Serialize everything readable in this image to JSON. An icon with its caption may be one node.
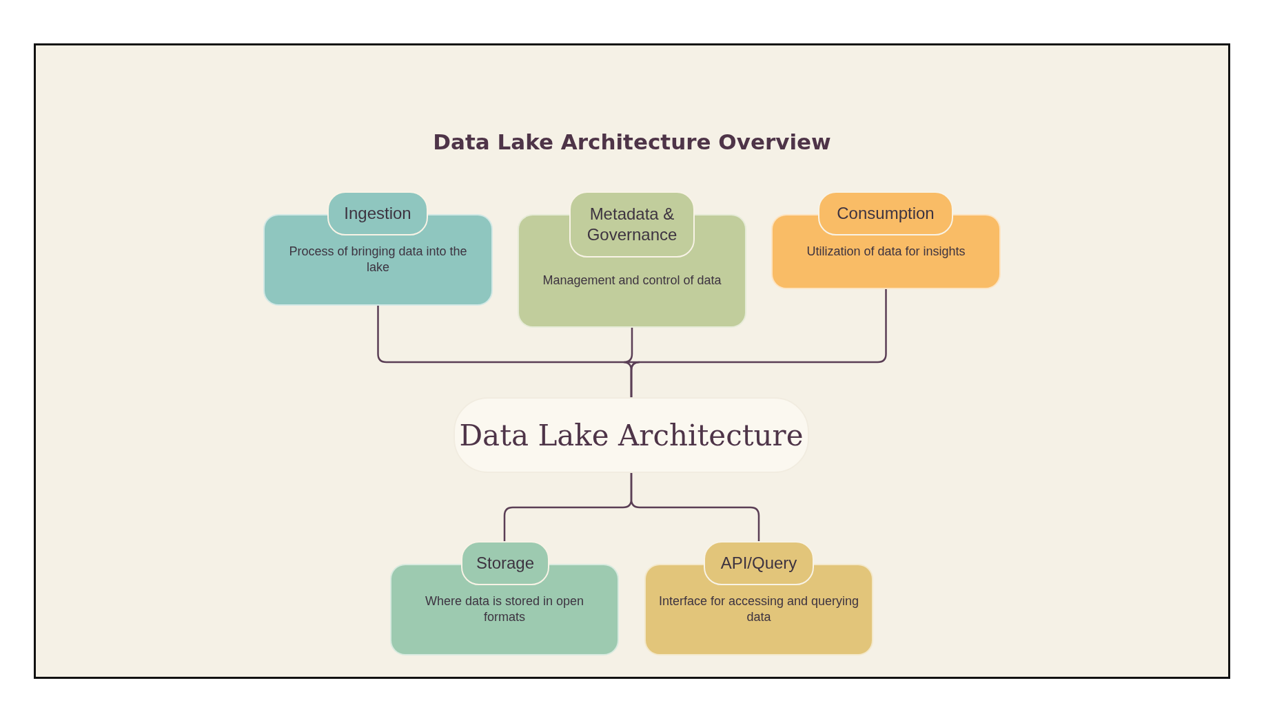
{
  "diagram": {
    "title": "Data Lake Architecture Overview",
    "nodes": [
      {
        "text": [
          "Ingestion",
          "Process of bringing data into the lake"
        ]
      },
      {
        "text": [
          "Metadata & Governance",
          "Management and control of data"
        ]
      },
      {
        "text": [
          "Consumption",
          "Utilization of data for insights"
        ]
      },
      {
        "text": [
          "Data Lake Architecture"
        ]
      },
      {
        "text": [
          "Storage",
          "Where data is stored in open formats"
        ]
      },
      {
        "text": [
          "API/Query",
          "Interface for accessing and querying data"
        ]
      }
    ],
    "edges": [
      {
        "from": 0,
        "to": 3,
        "arrow": "none"
      },
      {
        "from": 1,
        "to": 3,
        "arrow": "none"
      },
      {
        "from": 2,
        "to": 3,
        "arrow": "none"
      },
      {
        "from": 3,
        "to": 4,
        "arrow": "none"
      },
      {
        "from": 3,
        "to": 5,
        "arrow": "none"
      }
    ]
  }
}
